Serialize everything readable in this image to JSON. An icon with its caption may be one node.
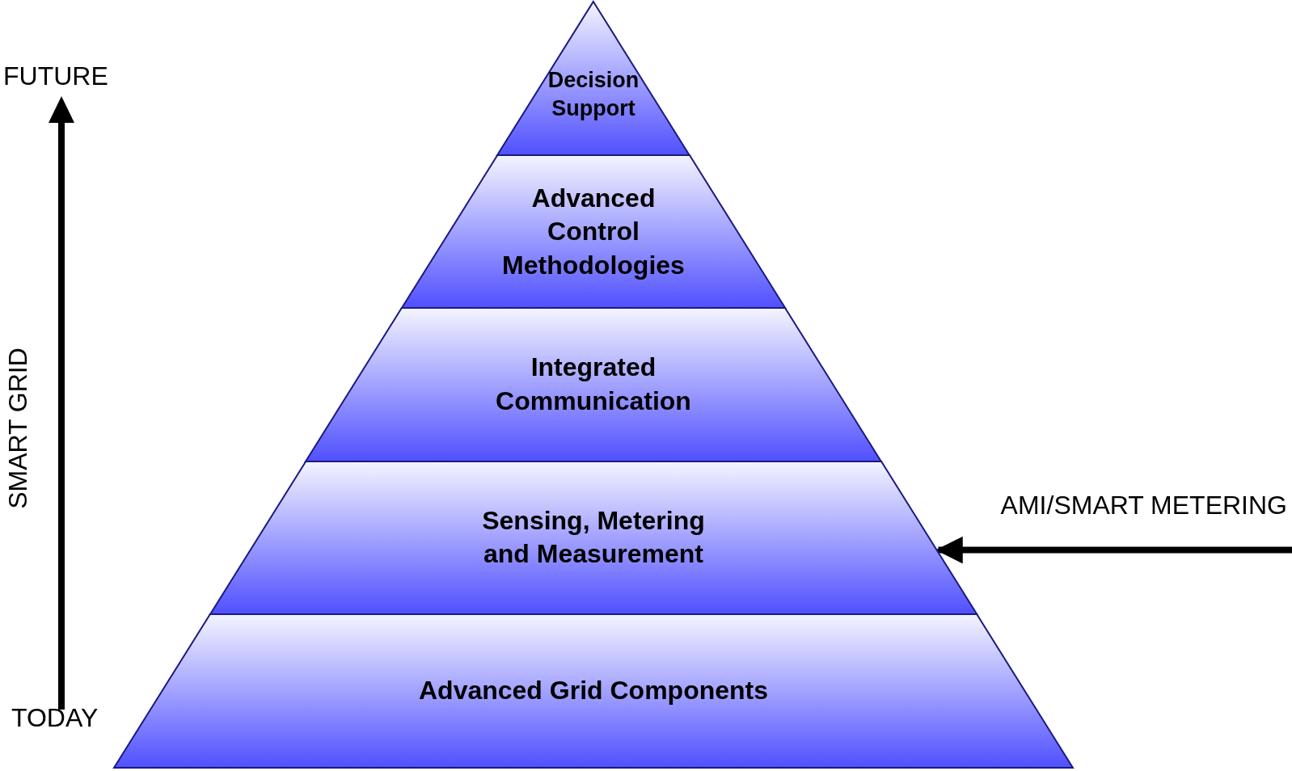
{
  "diagram": {
    "nodes": [
      {
        "text": [
          "Decision Support"
        ]
      },
      {
        "text": [
          "Advanced Control Methodologies"
        ]
      },
      {
        "text": [
          "Integrated Communication"
        ]
      },
      {
        "text": [
          "Sensing, Metering and Measurement"
        ]
      },
      {
        "text": [
          "Advanced Grid Components"
        ]
      }
    ],
    "edges": [
      {
        "from": null,
        "to": 3,
        "arrow": "to",
        "label": "AMI/SMART METERING"
      }
    ],
    "labels": [
      "FUTURE",
      "SMART GRID",
      "TODAY"
    ]
  }
}
